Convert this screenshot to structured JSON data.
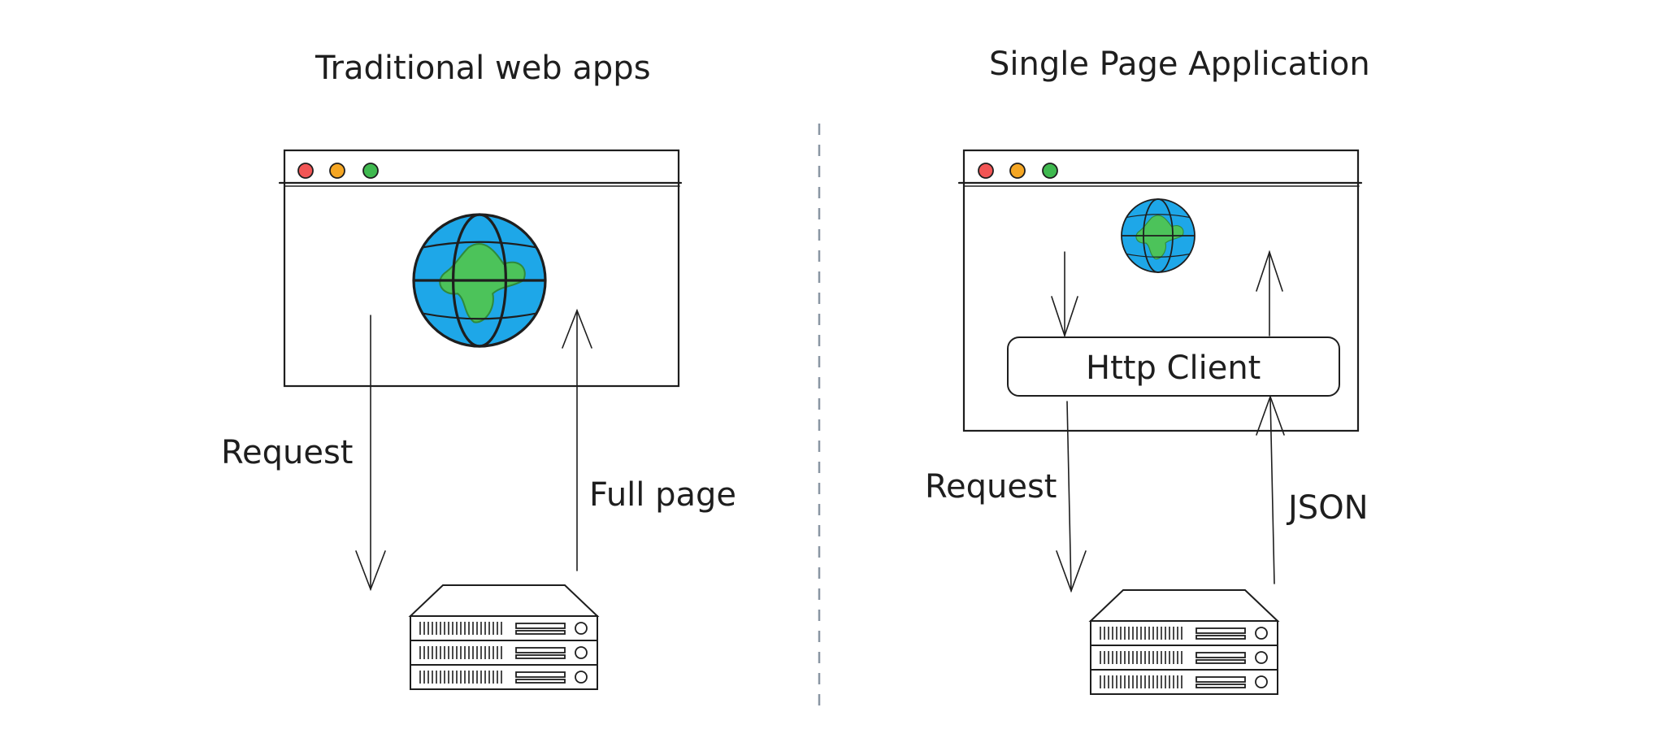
{
  "left": {
    "title": "Traditional web apps",
    "request_label": "Request",
    "response_label": "Full page"
  },
  "right": {
    "title": "Single Page Application",
    "client_label": "Http Client",
    "request_label": "Request",
    "response_label": "JSON"
  },
  "colors": {
    "ink": "#1e1e1e",
    "dot_red": "#f25555",
    "dot_yellow": "#f5a623",
    "dot_green": "#3fb94f",
    "globe_blue": "#1ea7e8",
    "globe_land": "#4cc35a",
    "divider": "#8a96a3"
  },
  "icons": [
    "globe-icon",
    "server-icon",
    "window-controls"
  ]
}
